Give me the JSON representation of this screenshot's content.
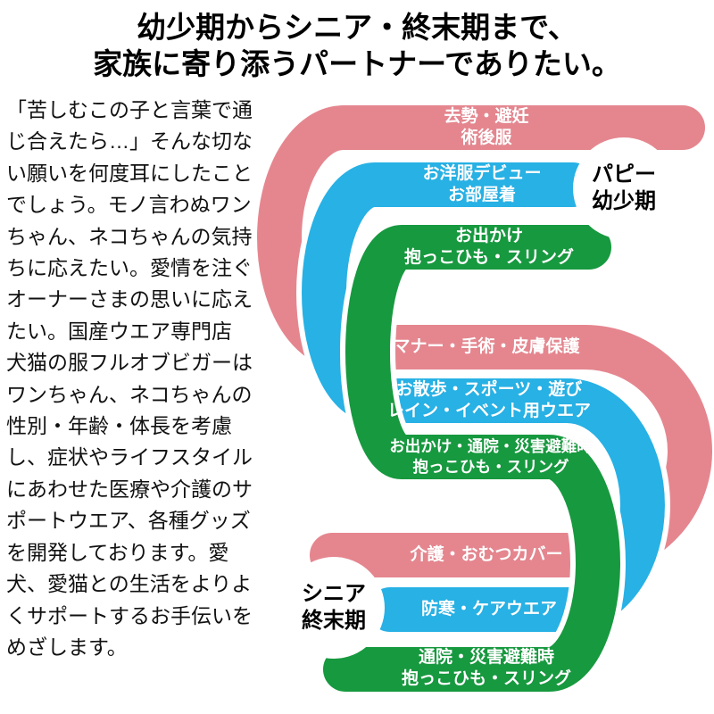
{
  "title": {
    "line1": "幼少期からシニア・終末期まで、",
    "line2": "家族に寄り添うパートナーでありたい。"
  },
  "intro": {
    "text": "「苦しむこの子と言葉で通じ合えたら…」そんな切ない願いを何度耳にしたことでしょう。モノ言わぬワンちゃん、ネコちゃんの気持ちに応えたい。愛情を注ぐオーナーさまの思いに応えたい。国産ウエア専門店　犬猫の服フルオブビガーはワンちゃん、ネコちゃんの性別・年齢・体長を考慮し、症状やライフスタイルにあわせた医療や介護のサポートウエア、各種グッズを開発しております。愛犬、愛猫との生活をよりよくサポートするお手伝いをめざします。"
  },
  "colors": {
    "pink": "#e5868f",
    "blue": "#27b1e5",
    "green": "#17993f",
    "text_on_band": "#ffffff",
    "circle": "#ffffff"
  },
  "stages": {
    "puppy": {
      "line1": "パピー",
      "line2": "幼少期"
    },
    "senior": {
      "line1": "シニア",
      "line2": "終末期"
    }
  },
  "bands": [
    {
      "id": "top-pink",
      "color": "pink",
      "line1": "去勢・避妊",
      "line2": "術後服"
    },
    {
      "id": "top-blue",
      "color": "blue",
      "line1": "お洋服デビュー",
      "line2": "お部屋着"
    },
    {
      "id": "top-green",
      "color": "green",
      "line1": "お出かけ",
      "line2": "抱っこひも・スリング"
    },
    {
      "id": "mid-pink",
      "color": "pink",
      "line1": "マナー・手術・皮膚保護",
      "line2": ""
    },
    {
      "id": "mid-blue",
      "color": "blue",
      "line1": "お散歩・スポーツ・遊び",
      "line2": "レイン・イベント用ウエア"
    },
    {
      "id": "mid-green",
      "color": "green",
      "line1": "お出かけ・通院・災害避難時",
      "line2": "抱っこひも・スリング"
    },
    {
      "id": "bot-pink",
      "color": "pink",
      "line1": "介護・おむつカバー",
      "line2": ""
    },
    {
      "id": "bot-blue",
      "color": "blue",
      "line1": "防寒・ケアウエア",
      "line2": ""
    },
    {
      "id": "bot-green",
      "color": "green",
      "line1": "通院・災害避難時",
      "line2": "抱っこひも・スリング"
    }
  ]
}
